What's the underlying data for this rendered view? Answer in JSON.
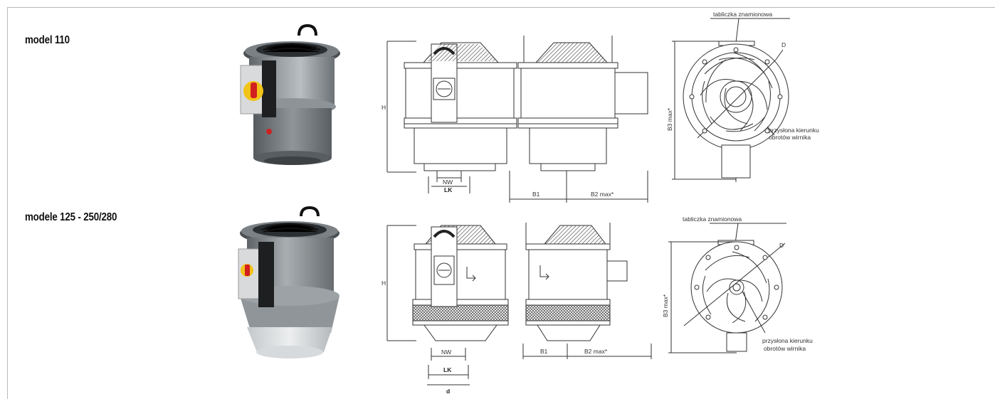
{
  "rows": [
    {
      "label": "model 110",
      "drawings": {
        "nameplate": "tabliczka znamionowa",
        "shutter_line1": "przysłona kierunku",
        "shutter_line2": "obrotów wirnika",
        "height": "H",
        "nw": "NW",
        "lk": "LK",
        "b1": "B1",
        "b2": "B2 max*",
        "b3": "B3 max*",
        "d_upper": "D"
      }
    },
    {
      "label": "modele 125 - 250/280",
      "drawings": {
        "nameplate": "tabliczka znamionowa",
        "shutter_line1": "przysłona kierunku",
        "shutter_line2": "obrotów wirnika",
        "height": "H",
        "nw": "NW",
        "lk": "LK",
        "d_lower": "d",
        "b1": "B1",
        "b2": "B2 max*",
        "b3": "B3 max*",
        "d_upper": "D"
      }
    }
  ]
}
